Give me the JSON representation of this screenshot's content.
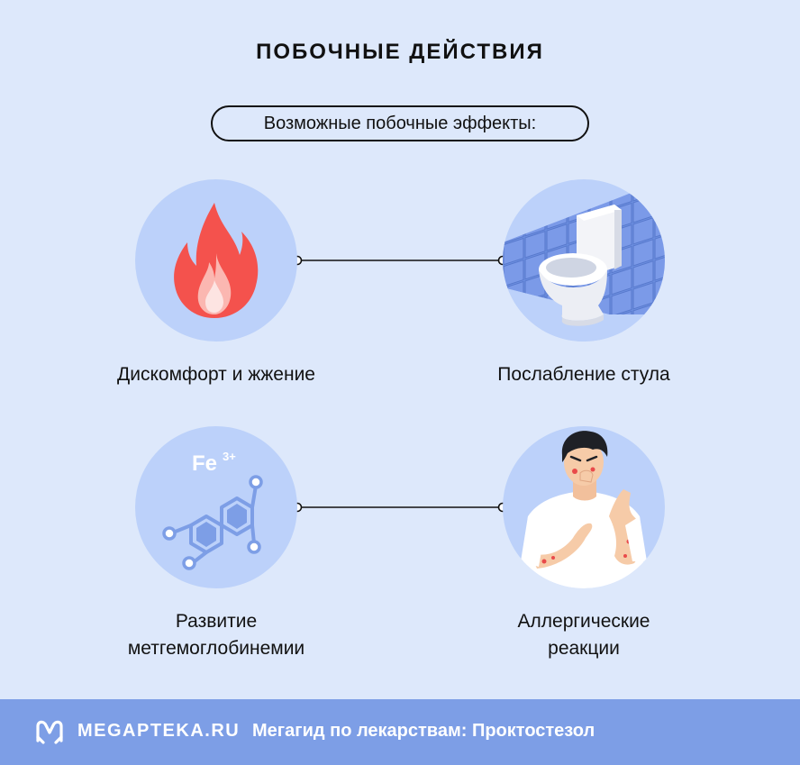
{
  "header": {
    "title": "ПОБОЧНЫЕ ДЕЙСТВИЯ"
  },
  "intro": {
    "text": "Возможные побочные эффекты:"
  },
  "effects": [
    {
      "label": "Дискомфорт и жжение",
      "icon": "flame-icon"
    },
    {
      "label": "Послабление стула",
      "icon": "toilet-icon"
    },
    {
      "label_line1": "Развитие",
      "label_line2": "метгемоглобинемии",
      "icon": "molecule-icon",
      "formula_base": "Fe",
      "formula_sup": "3+"
    },
    {
      "label_line1": "Аллергические",
      "label_line2": "реакции",
      "icon": "allergic-man-icon"
    }
  ],
  "footer": {
    "brand": "MEGAPTEKA.RU",
    "tagline": "Мегагид по лекарствам: Проктостезол",
    "logo_icon": "megapteka-logo-icon"
  },
  "colors": {
    "background": "#dde8fb",
    "circle": "#bcd1fa",
    "footer": "#7d9ee6",
    "flame_outer": "#f4524d",
    "flame_inner": "#fbb7b1",
    "tile": "#6c8fe0",
    "molecule": "#7d9ee6"
  }
}
